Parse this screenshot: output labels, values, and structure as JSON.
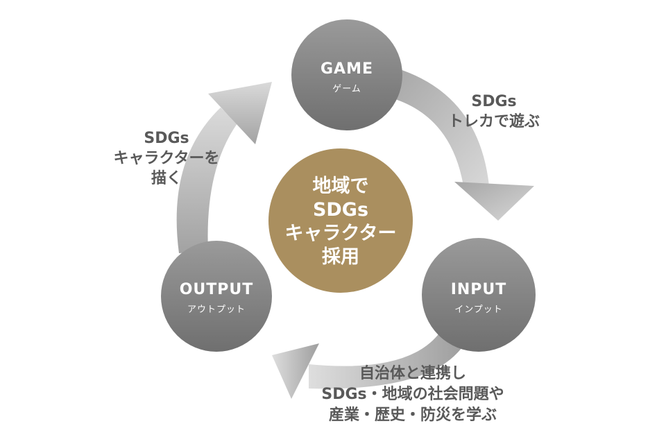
{
  "nodes": {
    "game": {
      "title": "GAME",
      "subtitle": "ゲーム"
    },
    "input": {
      "title": "INPUT",
      "subtitle": "インプット"
    },
    "output": {
      "title": "OUTPUT",
      "subtitle": "アウトプット"
    }
  },
  "center": {
    "lines": [
      "地域で",
      "SDGs",
      "キャラクター",
      "採用"
    ]
  },
  "arrows": {
    "game_to_input": {
      "lines": [
        "SDGs",
        "トレカで遊ぶ"
      ]
    },
    "input_to_output": {
      "lines": [
        "自治体と連携し",
        "SDGs・地域の社会問題や",
        "産業・歴史・防災を学ぶ"
      ]
    },
    "output_to_game": {
      "lines": [
        "SDGs",
        "キャラクターを",
        "描く"
      ]
    }
  },
  "colors": {
    "node_fill": "#8c8c8c",
    "center_fill": "#aa8f5f",
    "arrow_light": "#dcdcdc",
    "arrow_dark": "#a9a9a9",
    "label_text": "#595959"
  }
}
